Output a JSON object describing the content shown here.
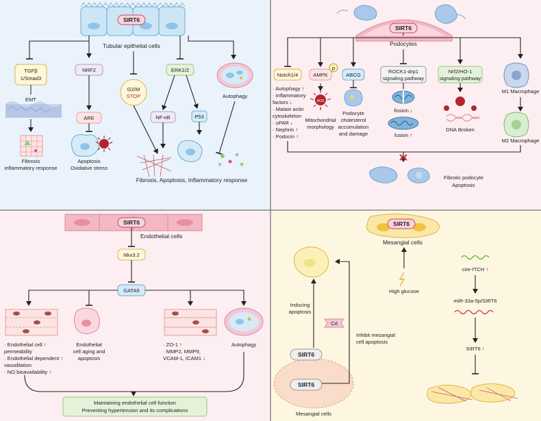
{
  "panel_tl": {
    "sirt6": "SIRT6",
    "cell_label": "Tubular epithelial cells",
    "tgfb_1": "TGFβ",
    "tgfb_2": "1/Smad3",
    "emt": "EMT",
    "fibrosis_1": "Fibrosis",
    "fibrosis_2": "Inflammatory response",
    "nrf2": "NRF2",
    "are": "ARE",
    "apoptosis_1": "Apoptosis",
    "apoptosis_2": "Oxidative stress",
    "g2m_1": "G2/M",
    "g2m_2": "STOP",
    "erk": "ERK1/2",
    "nfkb": "NF-κB",
    "p53": "P53",
    "autophagy": "Autophagy",
    "outcome": "Fibrosis, Apoptosis, Inflammatory response"
  },
  "panel_tr": {
    "sirt6": "SIRT6",
    "cell_label": "Podocytes",
    "notch": "Notch1/4",
    "ampk": "AMPK",
    "p_badge": "p",
    "abcg": "ABCG",
    "rock_1": "ROCK1-drp1",
    "rock_2": "signaling pathway",
    "nrf2_1": "Nrf2/HO-1",
    "nrf2_2": "signaling pathway",
    "m1": "M1 Macrophage",
    "m2": "M2 Macrophage",
    "list": [
      "· Autophagy ↑",
      "· Inflammatory",
      "  factors ↓",
      "· Matain actin",
      "  cytoskeleton",
      "· uPAR ↓",
      "· Nephrin ↑",
      "· Podocin ↑"
    ],
    "mito_1": "Mitochondrial",
    "mito_2": "morphology",
    "podo_1": "Podocyte",
    "podo_2": "cholesterol",
    "podo_3": "accumulation",
    "podo_4": "and damage",
    "fission": "fission ↓",
    "fusion": "fusion ↑",
    "dna": "DNA Broken",
    "fibrotic_1": "Fibrotic podocyte",
    "fibrotic_2": "Apoptosis",
    "ros": "ROS"
  },
  "panel_bl": {
    "sirt6": "SIRT6",
    "cell_label": "Endothelial cells",
    "nkx": "Nkx3.2",
    "gata": "GATA5",
    "list1": [
      "· Endothelial cell ↑",
      "  permeability",
      "· Endothelial dependent ↑",
      "  vasodilation",
      "· NO bioavailability ↑"
    ],
    "aging_1": "Endothelial",
    "aging_2": "cell aging and",
    "aging_3": "apoptosis",
    "list2": [
      "· ZO-1 ↑",
      "· MMP2, MMP9,",
      "  VCAM-1, ICAM1 ↓"
    ],
    "autophagy": "Autophagy",
    "maint_1": "Maintaining endothelial cell function",
    "maint_2": "Preventing hypertension and its complications"
  },
  "panel_br": {
    "sirt6_top": "SIRT6",
    "mesangial_top": "Mesangial cells",
    "inducing_1": "Inducing",
    "inducing_2": "apoptosis",
    "cd": "Cd",
    "high_glucose": "High glucose",
    "inhibit_1": "Inhibit mesangial",
    "inhibit_2": "cell apoptosis",
    "sirt6_mid": "SIRT6",
    "sirt6_low": "SIRT6",
    "mesangial_bottom": "Mesangial cells",
    "circ": "cire-ITCH ↑",
    "mir": "miR-33a-5p/SIRT6",
    "sirt6_up": "SIRT6 ↑"
  },
  "colors": {
    "tl_bg": "#eaf3fb",
    "tr_bg": "#fdeff1",
    "bl_bg": "#fdeff1",
    "br_bg": "#fdf7e2",
    "sirt6_fill": "#f9d3dc",
    "sirt6_stroke": "#c8436b"
  }
}
